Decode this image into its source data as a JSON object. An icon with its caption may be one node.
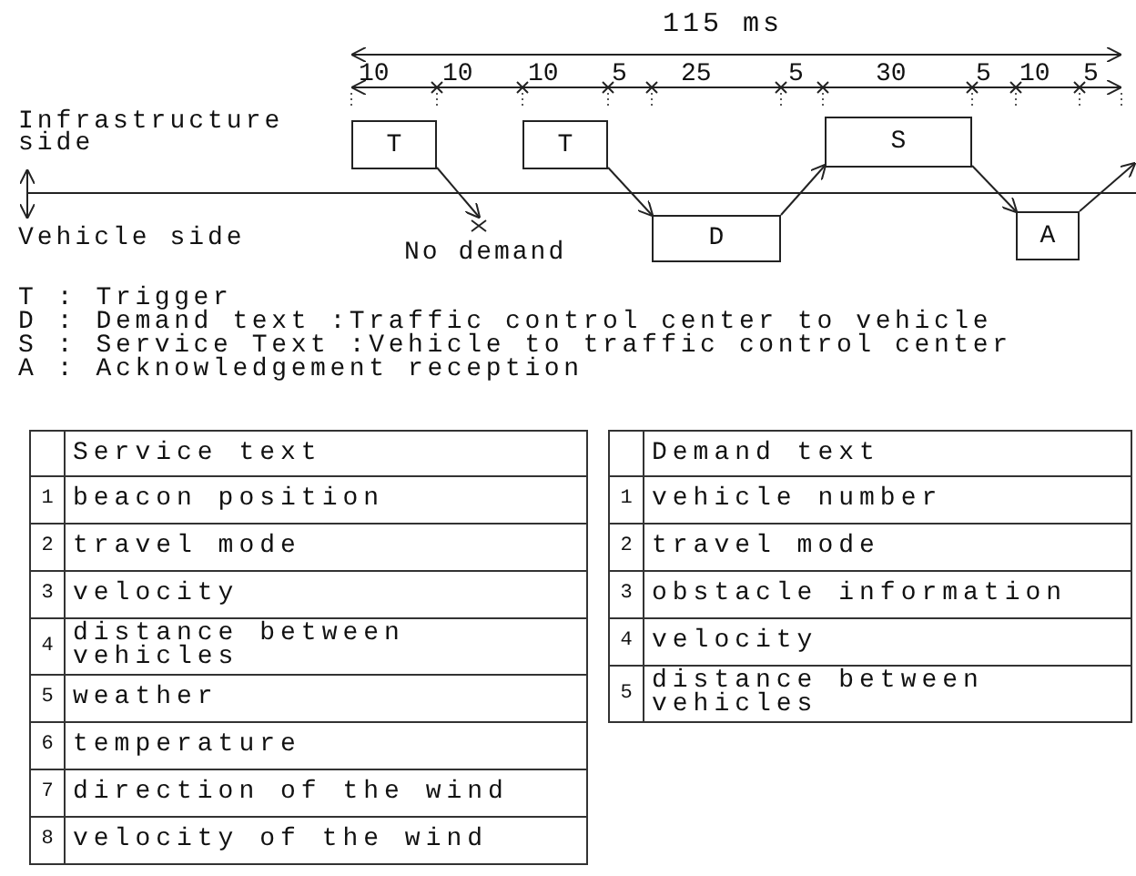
{
  "diagram": {
    "nodes": [
      {
        "text": [
          "T"
        ]
      },
      {
        "text": [
          "T"
        ]
      },
      {
        "text": [
          "S"
        ]
      },
      {
        "text": [
          "D"
        ]
      },
      {
        "text": [
          "A"
        ]
      },
      {
        "text": [
          "No demand"
        ]
      }
    ],
    "edges": [
      {
        "from": 0,
        "to": 5,
        "arrow": "to"
      },
      {
        "from": 1,
        "to": 3,
        "arrow": "to"
      },
      {
        "from": 3,
        "to": 2,
        "arrow": "to"
      },
      {
        "from": 2,
        "to": 4,
        "arrow": "to"
      },
      {
        "from": 4,
        "to": null,
        "arrow": "to"
      }
    ],
    "labels": [
      "115 ms",
      "10",
      "10",
      "10",
      "5",
      "25",
      "5",
      "30",
      "5",
      "10",
      "5",
      "Infrastructure side",
      "Vehicle side",
      "T : Trigger",
      "D : Demand text :Traffic control center to vehicle",
      "S : Service Text :Vehicle to traffic control center",
      "A : Acknowledgement reception",
      "Service text",
      "1",
      "beacon position",
      "2",
      "travel mode",
      "3",
      "velocity",
      "4",
      "distance between vehicles",
      "5",
      "weather",
      "6",
      "temperature",
      "7",
      "direction of the wind",
      "8",
      "velocity of the wind",
      "Demand text",
      "1",
      "vehicle number",
      "2",
      "travel mode",
      "3",
      "obstacle information",
      "4",
      "velocity",
      "5",
      "distance between vehicles"
    ]
  }
}
